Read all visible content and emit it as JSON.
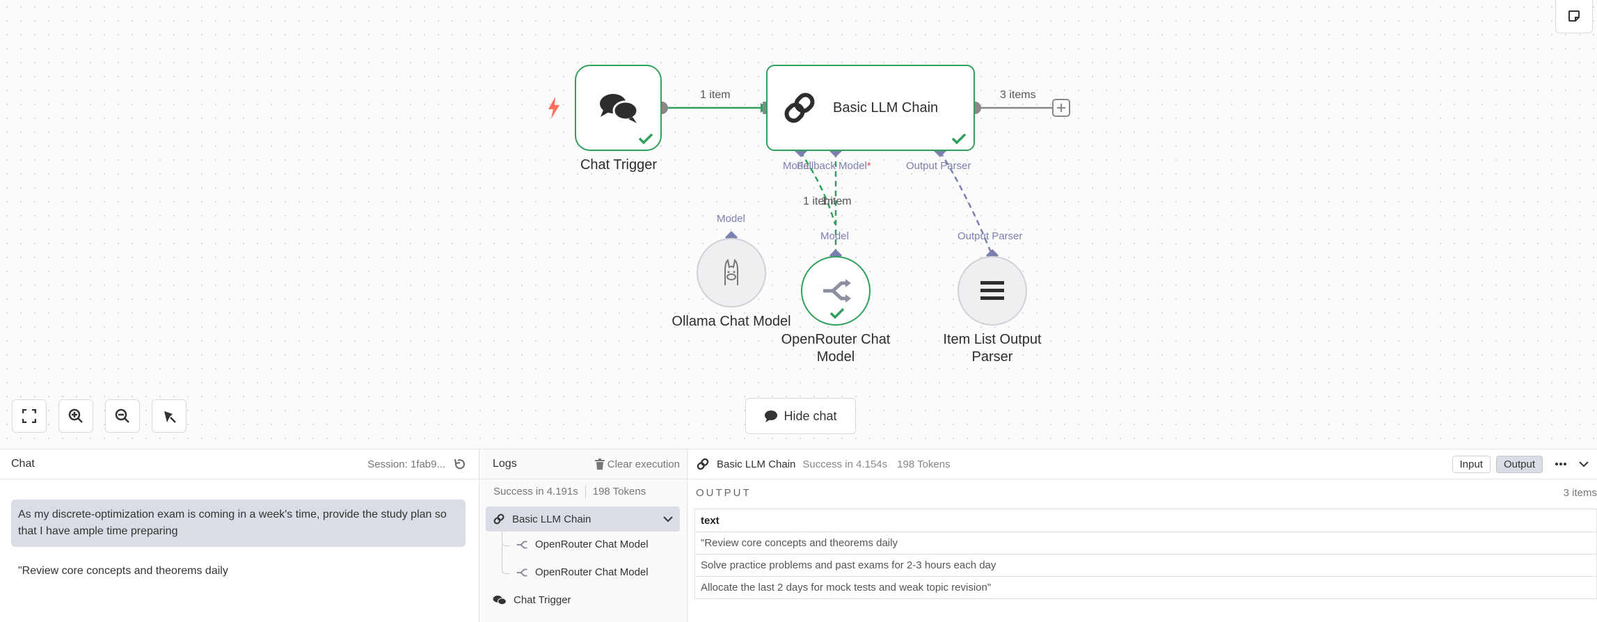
{
  "workflow": {
    "nodes": {
      "chat_trigger": {
        "label": "Chat Trigger"
      },
      "llm_chain": {
        "label": "Basic LLM Chain"
      },
      "ollama": {
        "label": "Ollama Chat Model",
        "port_label": "Model"
      },
      "openrouter": {
        "label_line1": "OpenRouter Chat",
        "label_line2": "Model",
        "port_label": "Model"
      },
      "item_list": {
        "label_line1": "Item List Output",
        "label_line2": "Parser",
        "port_label": "Output Parser"
      }
    },
    "llm_chain_ports": {
      "model": "Model",
      "fallback_model": "Fallback Model",
      "required_mark": "*",
      "output_parser": "Output Parser"
    },
    "edges": {
      "trigger_to_chain": "1 item",
      "chain_output": "3 items",
      "model_edge_a": "1 item",
      "model_edge_b": "1 item"
    },
    "status_color": "#2fa15c",
    "trigger_color": "#ff6d5a"
  },
  "canvas_controls": {
    "fit_view": "fit-view-icon",
    "zoom_in": "zoom-in-icon",
    "zoom_out": "zoom-out-icon",
    "tidy_up": "tidy-up-icon",
    "hide_chat_label": "Hide chat"
  },
  "chat": {
    "title": "Chat",
    "session": "Session: 1fab9...",
    "user_message": "As my discrete-optimization exam is coming in a week's time, provide the study plan so that I have ample time preparing",
    "bot_message": "\"Review core concepts and theorems daily"
  },
  "logs": {
    "title": "Logs",
    "clear_label": "Clear execution",
    "summary_status": "Success in 4.191s",
    "summary_tokens": "198 Tokens",
    "items": [
      {
        "label": "Basic LLM Chain"
      },
      {
        "label": "OpenRouter Chat Model"
      },
      {
        "label": "OpenRouter Chat Model"
      },
      {
        "label": "Chat Trigger"
      }
    ]
  },
  "output": {
    "node_name": "Basic LLM Chain",
    "status": "Success in 4.154s",
    "tokens": "198 Tokens",
    "input_tab": "Input",
    "output_tab": "Output",
    "section_title": "OUTPUT",
    "item_count": "3 items",
    "column": "text",
    "rows": [
      "\"Review core concepts and theorems daily",
      "Solve practice problems and past exams for 2-3 hours each day",
      "Allocate the last 2 days for mock tests and weak topic revision\""
    ]
  }
}
